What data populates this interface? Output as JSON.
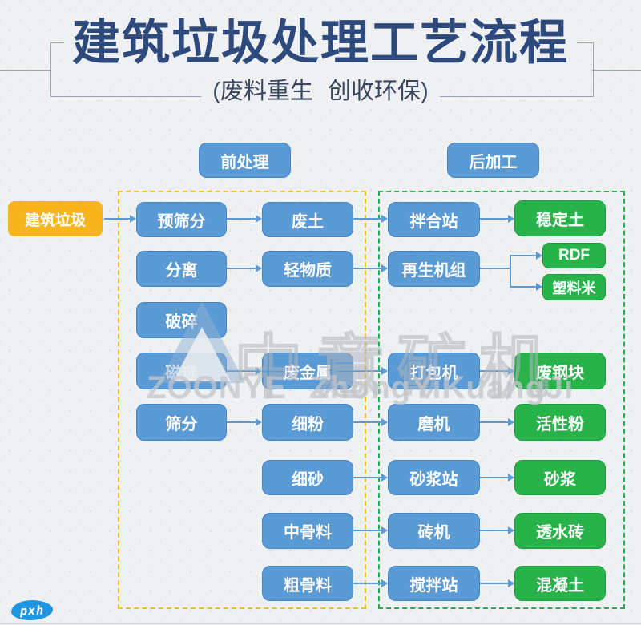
{
  "header": {
    "title": "建筑垃圾处理工艺流程",
    "subtitle": "(废料重生 创收环保)"
  },
  "groups": {
    "pre": "前处理",
    "post": "后加工"
  },
  "nodes": {
    "source": "建筑垃圾",
    "col1": [
      "预筛分",
      "分离",
      "破碎",
      "磁选",
      "筛分"
    ],
    "col2": [
      "废土",
      "轻物质",
      "废金属",
      "细粉",
      "细砂",
      "中骨料",
      "粗骨料"
    ],
    "col3": [
      "拌合站",
      "再生机组",
      "打包机",
      "磨机",
      "砂浆站",
      "砖机",
      "搅拌站"
    ],
    "col4": [
      "稳定土",
      "RDF",
      "塑料米",
      "废钢块",
      "活性粉",
      "砂浆",
      "透水砖",
      "混凝土"
    ]
  },
  "edges": [
    {
      "from": "建筑垃圾",
      "to": "预筛分"
    },
    {
      "from": "预筛分",
      "to": "废土"
    },
    {
      "from": "废土",
      "to": "拌合站"
    },
    {
      "from": "拌合站",
      "to": "稳定土"
    },
    {
      "from": "分离",
      "to": "轻物质"
    },
    {
      "from": "轻物质",
      "to": "再生机组"
    },
    {
      "from": "再生机组",
      "to": "RDF"
    },
    {
      "from": "再生机组",
      "to": "塑料米"
    },
    {
      "from": "磁选",
      "to": "废金属"
    },
    {
      "from": "废金属",
      "to": "打包机"
    },
    {
      "from": "打包机",
      "to": "废钢块"
    },
    {
      "from": "筛分",
      "to": "细粉"
    },
    {
      "from": "细粉",
      "to": "磨机"
    },
    {
      "from": "磨机",
      "to": "活性粉"
    },
    {
      "from": "细砂",
      "to": "砂浆站"
    },
    {
      "from": "砂浆站",
      "to": "砂浆"
    },
    {
      "from": "中骨料",
      "to": "砖机"
    },
    {
      "from": "砖机",
      "to": "透水砖"
    },
    {
      "from": "粗骨料",
      "to": "搅拌站"
    },
    {
      "from": "搅拌站",
      "to": "混凝土"
    }
  ],
  "watermark": {
    "cn": "中意矿机",
    "en": "ZOONYE ZhongYiKuangJi"
  },
  "badge": "pxh",
  "colors": {
    "title": "#2e4a7c",
    "node_blue": "#5b9bd5",
    "node_green": "#27b24a",
    "source_yellow": "#f6b51d",
    "pre_dash": "#f4bd16",
    "post_dash": "#1eae4d",
    "arrow": "#5b9bd5"
  }
}
